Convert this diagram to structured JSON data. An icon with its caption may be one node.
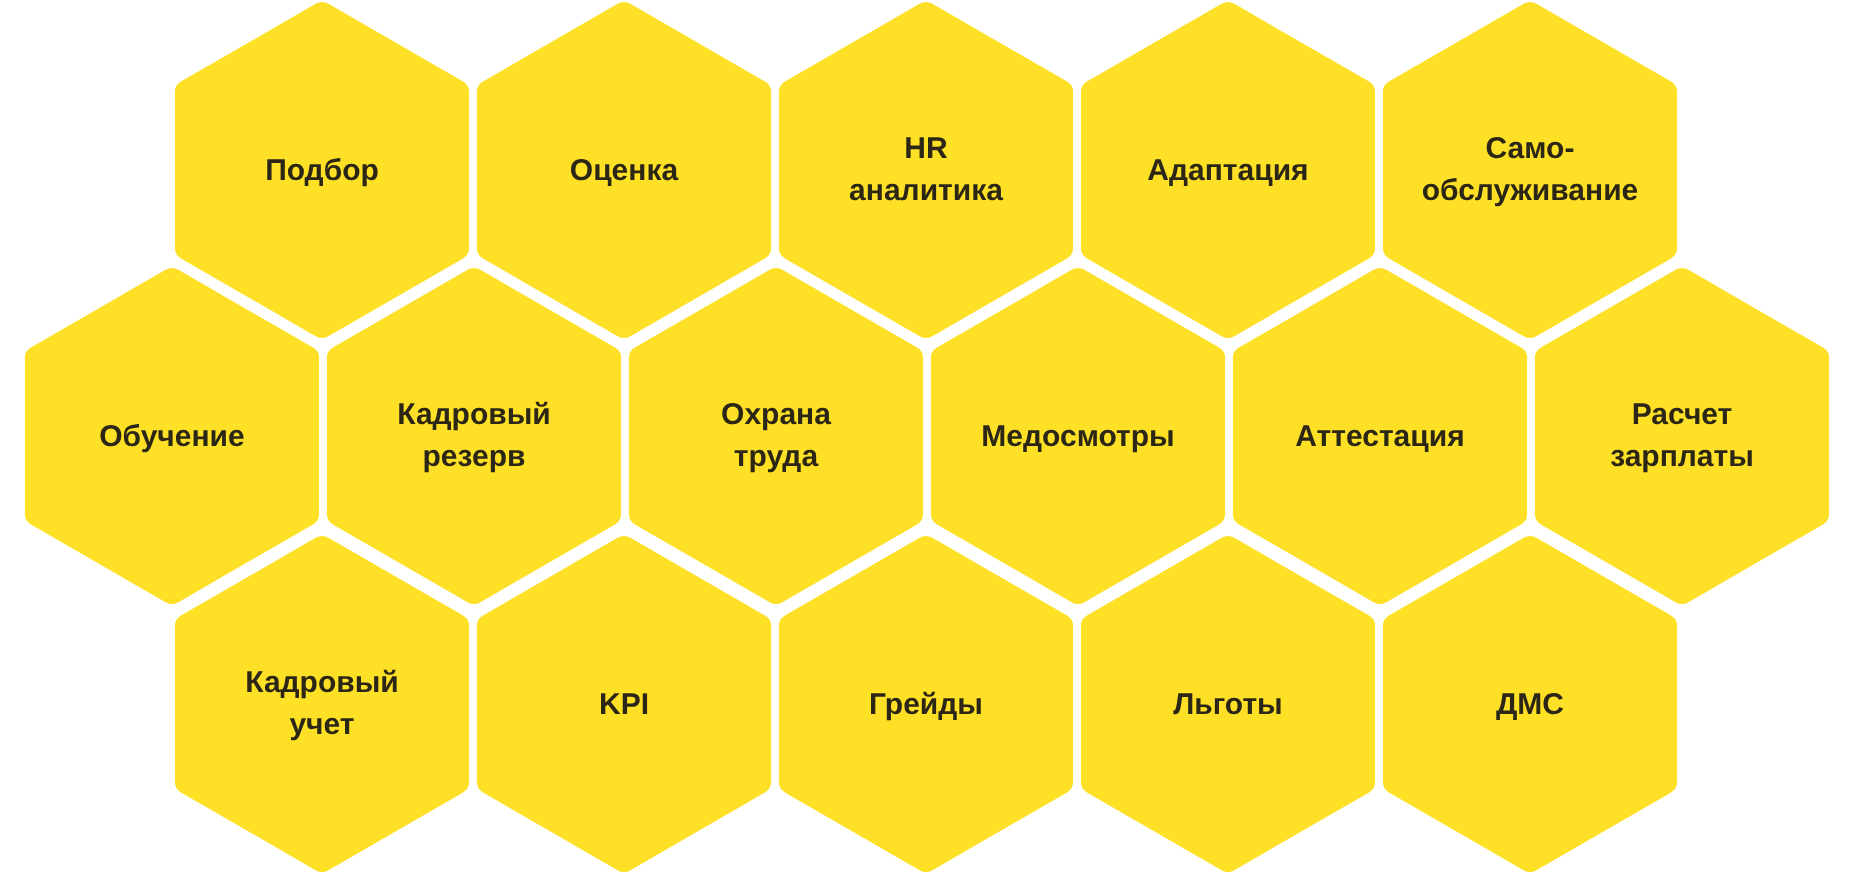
{
  "diagram": {
    "nodes": [
      {
        "text": [
          "Подбор"
        ]
      },
      {
        "text": [
          "Оценка"
        ]
      },
      {
        "text": [
          "HR аналитика"
        ]
      },
      {
        "text": [
          "Адаптация"
        ]
      },
      {
        "text": [
          "Само- обслуживание"
        ]
      },
      {
        "text": [
          "Обучение"
        ]
      },
      {
        "text": [
          "Кадровый резерв"
        ]
      },
      {
        "text": [
          "Охрана труда"
        ]
      },
      {
        "text": [
          "Медосмотры"
        ]
      },
      {
        "text": [
          "Аттестация"
        ]
      },
      {
        "text": [
          "Расчет зарплаты"
        ]
      },
      {
        "text": [
          "Кадровый учет"
        ]
      },
      {
        "text": [
          "KPI"
        ]
      },
      {
        "text": [
          "Грейды"
        ]
      },
      {
        "text": [
          "Льготы"
        ]
      },
      {
        "text": [
          "ДМС"
        ]
      }
    ]
  }
}
